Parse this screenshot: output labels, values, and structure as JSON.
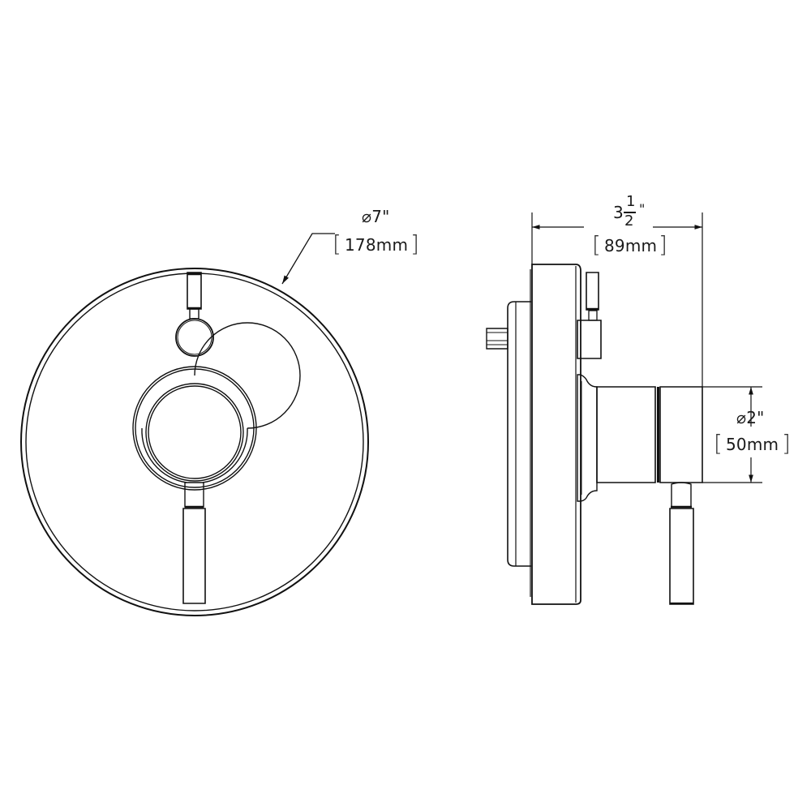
{
  "drawing": {
    "title": "Valve trim dimension drawing",
    "views": [
      "front-view",
      "side-view"
    ],
    "line_color": "#111111",
    "background": "#ffffff"
  },
  "dimensions": {
    "plate_diameter": {
      "symbol": "⌀",
      "imperial": "7\"",
      "metric": "178mm"
    },
    "depth": {
      "whole": "3",
      "numerator": "1",
      "denominator": "2",
      "unit": "\"",
      "metric": "89mm"
    },
    "handle_diameter": {
      "symbol": "⌀",
      "imperial": "2\"",
      "metric": "50mm"
    }
  }
}
